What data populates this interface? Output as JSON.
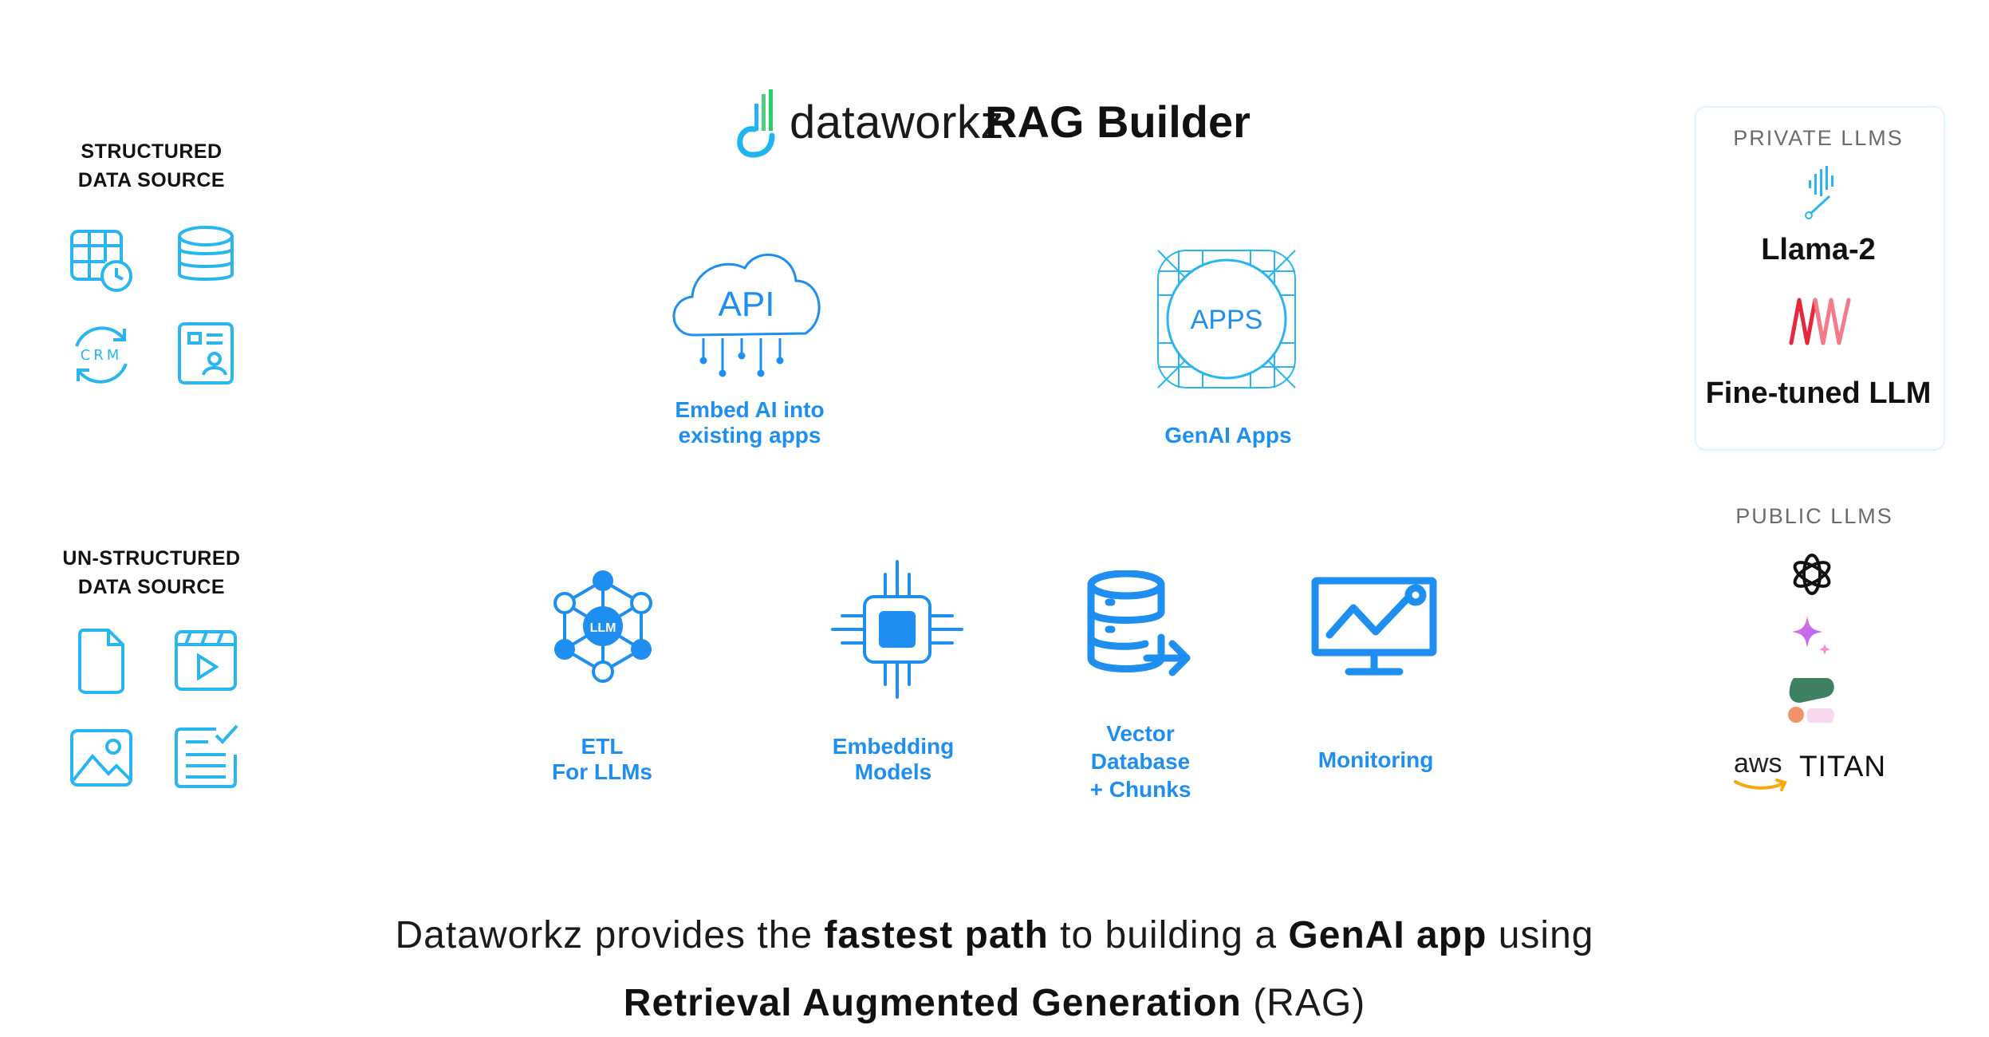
{
  "header": {
    "brand": "dataworkz",
    "product": "RAG Builder"
  },
  "sources": {
    "structured_line1": "STRUCTURED",
    "structured_line2": "DATA SOURCE",
    "unstructured_line1": "UN-STRUCTURED",
    "unstructured_line2": "DATA SOURCE",
    "crm_text": "CRM"
  },
  "top_nodes": {
    "api_text": "API",
    "api_line1": "Embed AI into",
    "api_line2": "existing apps",
    "apps_text": "APPS",
    "apps_caption": "GenAI Apps"
  },
  "pipeline": {
    "etl_badge": "LLM",
    "etl_line1": "ETL",
    "etl_line2": "For LLMs",
    "emb_line1": "Embedding",
    "emb_line2": "Models",
    "vec_line1": "Vector",
    "vec_line2": "Database",
    "vec_line3": "+ Chunks",
    "monitoring": "Monitoring"
  },
  "llms": {
    "private_heading": "PRIVATE LLMS",
    "llama": "Llama-2",
    "fine_tuned": "Fine-tuned LLM",
    "public_heading": "PUBLIC LLMS",
    "aws": "aws",
    "titan": "TITAN"
  },
  "footer": {
    "l1_a": "Dataworkz provides the ",
    "l1_b": "fastest path",
    "l1_c": " to building a ",
    "l1_d": "GenAI app",
    "l1_e": " using",
    "l2_a": "Retrieval Augmented Generation",
    "l2_b": " (RAG)"
  },
  "colors": {
    "accent": "#1e8ef0",
    "accent_light": "#1fb6f0",
    "icon_line": "#29b6f0"
  }
}
